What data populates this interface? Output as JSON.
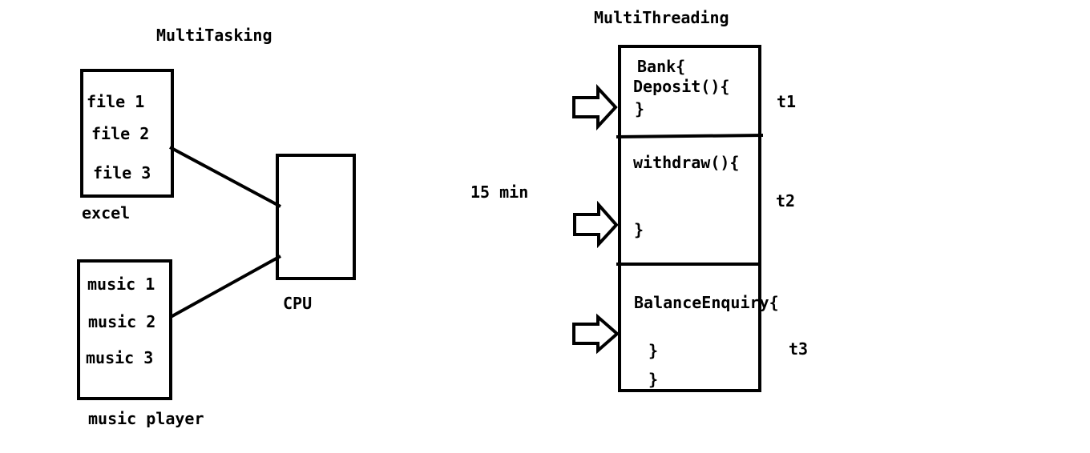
{
  "multitasking": {
    "title": "MultiTasking",
    "excel": {
      "label": "excel",
      "files": [
        "file 1",
        "file 2",
        "file 3"
      ]
    },
    "music_player": {
      "label": "music player",
      "tracks": [
        "music 1",
        "music 2",
        "music 3"
      ]
    },
    "cpu": {
      "label": "CPU"
    }
  },
  "multithreading": {
    "title": "MultiThreading",
    "time_note": "15 min",
    "code": {
      "bank_open": "Bank{",
      "deposit_open": "Deposit(){",
      "deposit_close": "}",
      "withdraw_open": "withdraw(){",
      "withdraw_close": "}",
      "balance_open": "BalanceEnquiry{",
      "balance_close": "}",
      "bank_close": "}"
    },
    "threads": [
      "t1",
      "t2",
      "t3"
    ]
  }
}
